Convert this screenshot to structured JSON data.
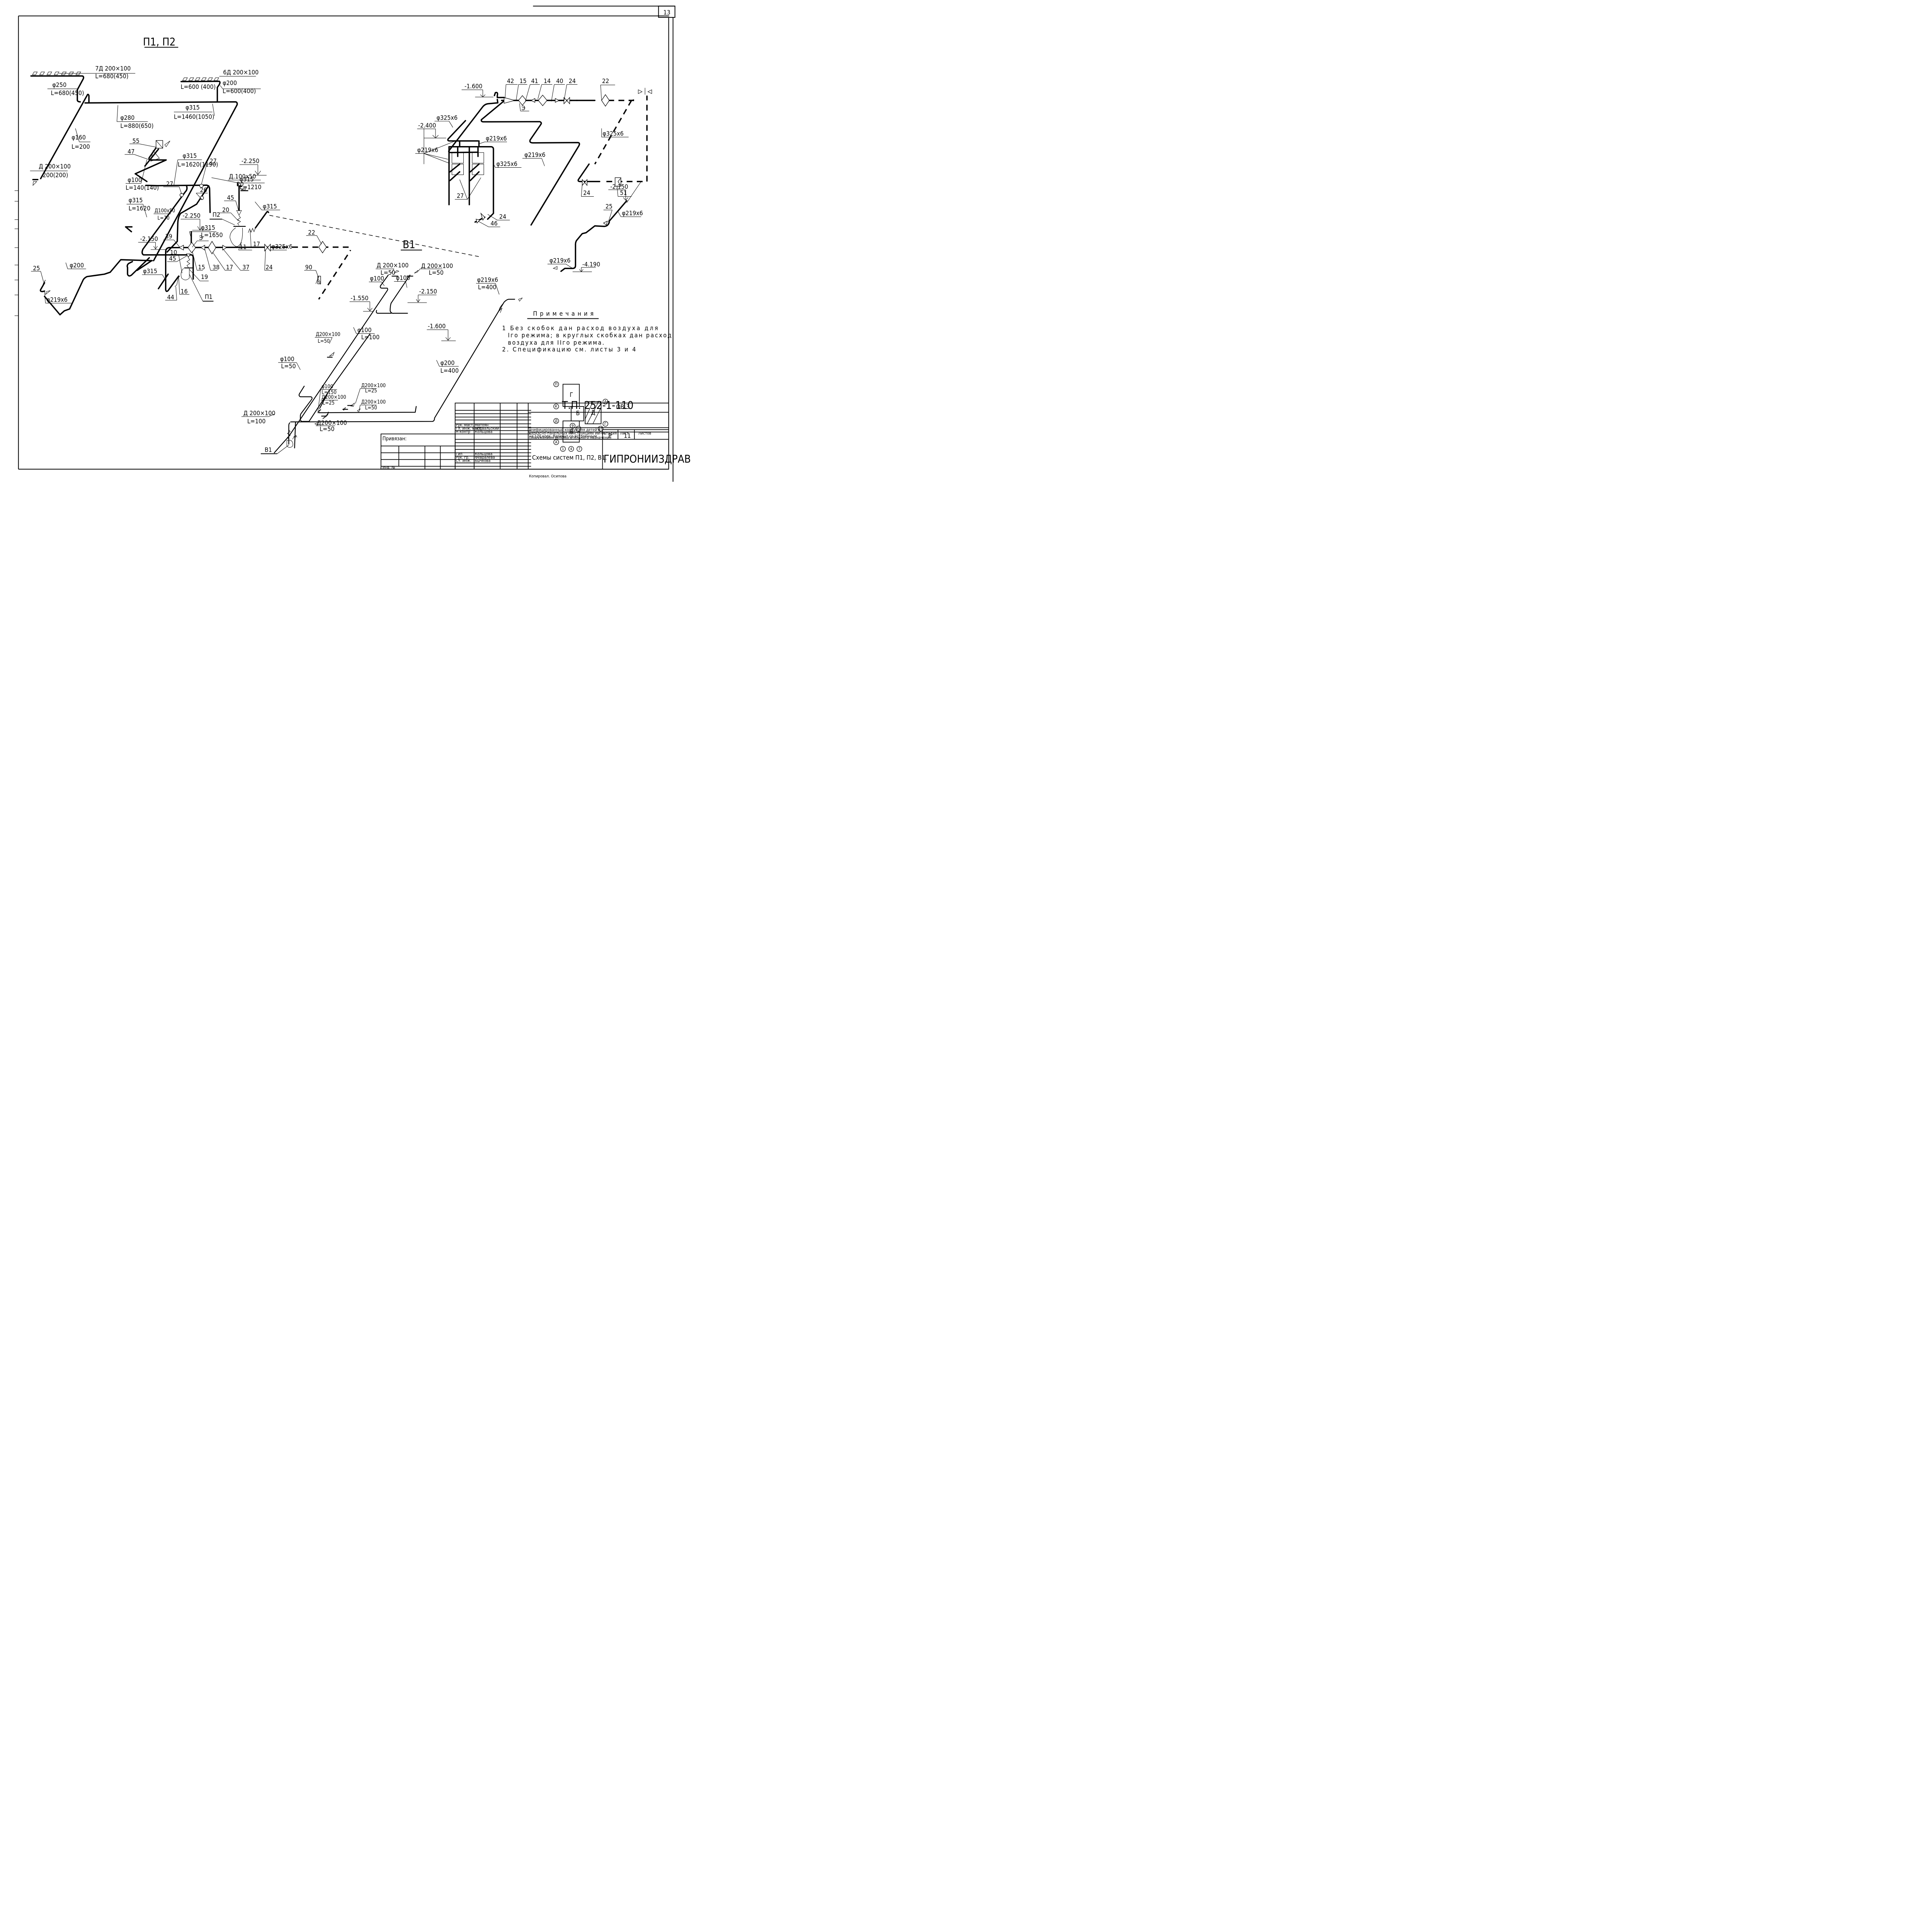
{
  "sheet": {
    "number": "13"
  },
  "systems": {
    "p1p2_title": "П1, П2",
    "b1_title": "В1"
  },
  "p1p2": {
    "grille_top_left": {
      "line1": "7Д 200×100",
      "line2": "L=680(450)"
    },
    "grille_top_right": {
      "line1": "6Д 200×100",
      "line2": "L=600 (400)"
    },
    "d250": {
      "line1": "φ250",
      "line2": "L=680(450)"
    },
    "d200_top": {
      "line1": "φ200",
      "line2": "L=600(400)"
    },
    "d280": {
      "line1": "φ280",
      "line2": "L=880(650)"
    },
    "d160": {
      "line1": "φ160",
      "line2": "L=200"
    },
    "d315_a": {
      "line1": "φ315",
      "line2": "L=1460(1050)"
    },
    "grille_left": {
      "line1": "Д 200×100",
      "line2": "200(200)"
    },
    "d315_b": {
      "line1": "φ315",
      "line2": "L=1620(1190)"
    },
    "d100": {
      "line1": "φ100",
      "line2": "L=140(140)"
    },
    "d315_c": {
      "line1": "φ315",
      "line2": "L=1620"
    },
    "d315_d": {
      "line1": "φ315",
      "line2": "L=1210"
    },
    "d315_e": {
      "line1": "φ315",
      "line2": "L=1650"
    },
    "d315_f": "φ315",
    "d315_g": "φ315",
    "d200_b": "φ200",
    "d219x6": "φ219x6",
    "d325x6": "φ325x6",
    "grille_100x50_a": {
      "line1": "Д.100x50",
      "line2": "20"
    },
    "grille_100x50_b": {
      "line1": "Д100x50",
      "line2": "L=70"
    },
    "elev_1": "-2.250",
    "elev_2": "-2.250",
    "elev_3": "-2.150",
    "unit_p2": "П2",
    "unit_p1": "П1",
    "marks": [
      "55",
      "47",
      "27",
      "27",
      "26",
      "45",
      "20",
      "17",
      "11",
      "39",
      "Э",
      "15",
      "38",
      "17",
      "37",
      "24",
      "22",
      "90",
      "45",
      "10",
      "19",
      "16",
      "44",
      "25"
    ]
  },
  "heat": {
    "elev_top": "-1.600",
    "elev_mid": "-2.400",
    "elev_r": "-2.150",
    "elev_bot": "-4.190",
    "d325x6_a": "φ325x6",
    "d325x6_b": "φ325x6",
    "d325x6_c": "φ325x6",
    "d219x6_a": "φ219x6",
    "d219x6_b": "φ219x6",
    "d219x6_c": "φ219x6",
    "d219x6_d": "φ219x6",
    "d219x6_e": "φ219x6",
    "marks_top": [
      "42",
      "15",
      "41",
      "14",
      "40",
      "24",
      "22"
    ],
    "mark_e": "Э",
    "mark_27": "27",
    "mark_24_a": "24",
    "mark_46": "46",
    "mark_24_b": "24",
    "mark_51": "51",
    "mark_25": "25"
  },
  "b1": {
    "g1": {
      "line1": "Д 200×100",
      "line2": "L=50"
    },
    "g2": {
      "line1": "Д 200×100",
      "line2": "L=50"
    },
    "d100_a": "φ100",
    "d100_b": "φ100",
    "elev_a": "-1.550",
    "elev_b": "-2.150",
    "elev_c": "-1.600",
    "d219x6": {
      "line1": "φ219x6",
      "line2": "L=400"
    },
    "d100_c": {
      "line1": "φ100",
      "line2": "L=100"
    },
    "d100_d": {
      "line1": "φ100",
      "line2": "L=50"
    },
    "g3": {
      "line1": "Д200×100",
      "line2": "L=50"
    },
    "d200": {
      "line1": "φ200",
      "line2": "L=400"
    },
    "d100_e": {
      "line1": "φ100",
      "line2": "L=150"
    },
    "g4": {
      "line1": "Д200×100",
      "line2": "L=25"
    },
    "g5": {
      "line1": "Д200×100",
      "line2": "L=25"
    },
    "g6": {
      "line1": "Д200×100",
      "line2": "L=50"
    },
    "g7": {
      "line1": "Д 200×100",
      "line2": "L=100"
    },
    "g8": {
      "line1": "Д200×100",
      "line2": "L=50"
    },
    "unit": "В1"
  },
  "notes": {
    "title": "Примечания",
    "items": [
      "1 Без скобок дан расход воздуха для",
      "Iго режима; в круглых скобках дан расход",
      "воздуха для IIго режима.",
      "2. Спецификацию см. листы 3 и 4"
    ]
  },
  "key_plan": {
    "blocks": [
      "Г",
      "Б",
      "В",
      "Д"
    ],
    "axes": [
      "П",
      "К",
      "Д",
      "А",
      "А",
      "Г",
      "9",
      "10",
      "15",
      "1",
      "4",
      "7"
    ]
  },
  "title_block": {
    "doc_code": "Т.П. 252-1-110",
    "section": "ОВ 3",
    "project_desc": [
      "Унифицированный корпус для детей в",
      "каркасно-панельных конструкциях ИИ-04",
      "на 120 коек. Вариант со встроенным",
      "сооружением вспомогательного назначения"
    ],
    "stage_header": "Стадия",
    "sheet_header": "Лист",
    "sheets_header": "Листов",
    "stage_value": "Р",
    "sheet_value": "11",
    "sheets_value": "",
    "drawing_title": "Схемы систем П1, П2, В1.",
    "organization": "ГИПРОНИИЗДРАВ",
    "bound_label": "Привязан:",
    "inv_label": "Инв. №",
    "signatures": [
      {
        "role": "Рук. маст.",
        "name": "Матоян"
      },
      {
        "role": "Гл. инж. маст",
        "name": "Подвальский"
      },
      {
        "role": "Н контр",
        "name": "Кольцова"
      },
      {
        "role": "Гип",
        "name": "Кольцова"
      },
      {
        "role": "Рук. гр.",
        "name": "Февралева"
      },
      {
        "role": "Ст. инж.",
        "name": "Бычкова"
      }
    ],
    "copied_by": "Копировал. Осипова"
  }
}
